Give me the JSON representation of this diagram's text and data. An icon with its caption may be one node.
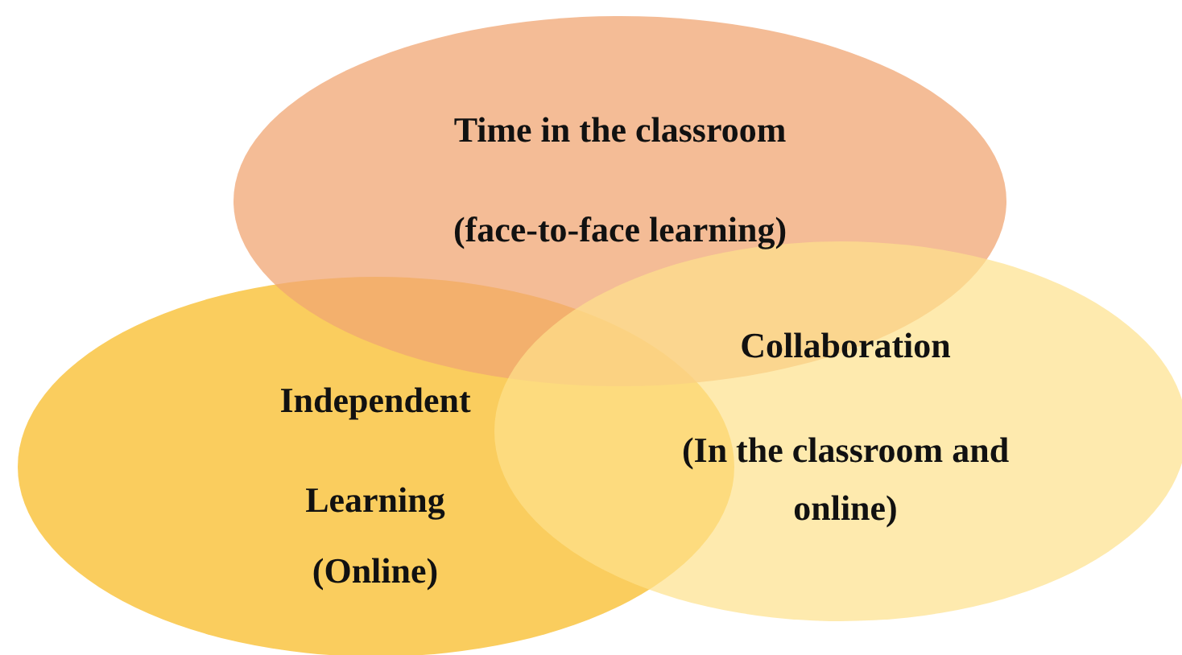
{
  "diagram": {
    "nodes": [
      {
        "text": [
          "Time in the classroom",
          "(face-to-face learning)"
        ]
      },
      {
        "text": [
          "Independent Learning",
          "(Online)"
        ]
      },
      {
        "text": [
          "Collaboration",
          "(In the classroom and online)"
        ]
      }
    ]
  }
}
